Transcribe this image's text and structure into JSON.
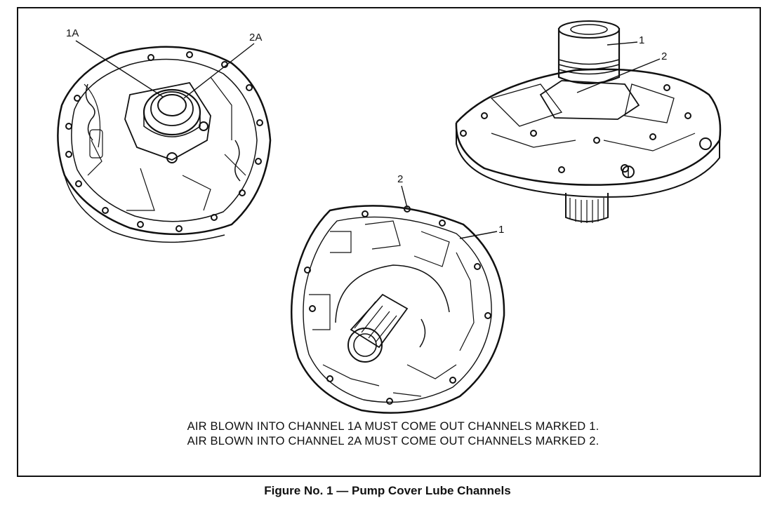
{
  "callouts": {
    "label_1a": "1A",
    "label_2a": "2A",
    "label_1_top": "1",
    "label_2_top": "2",
    "label_2_bottom": "2",
    "label_1_bottom": "1"
  },
  "note": {
    "line1": "AIR BLOWN INTO CHANNEL 1A MUST COME OUT CHANNELS MARKED 1.",
    "line2": "AIR BLOWN INTO CHANNEL 2A MUST COME OUT CHANNELS MARKED 2."
  },
  "caption": "Figure No. 1 — Pump Cover Lube Channels",
  "colors": {
    "ink": "#111111",
    "paper": "#ffffff"
  }
}
